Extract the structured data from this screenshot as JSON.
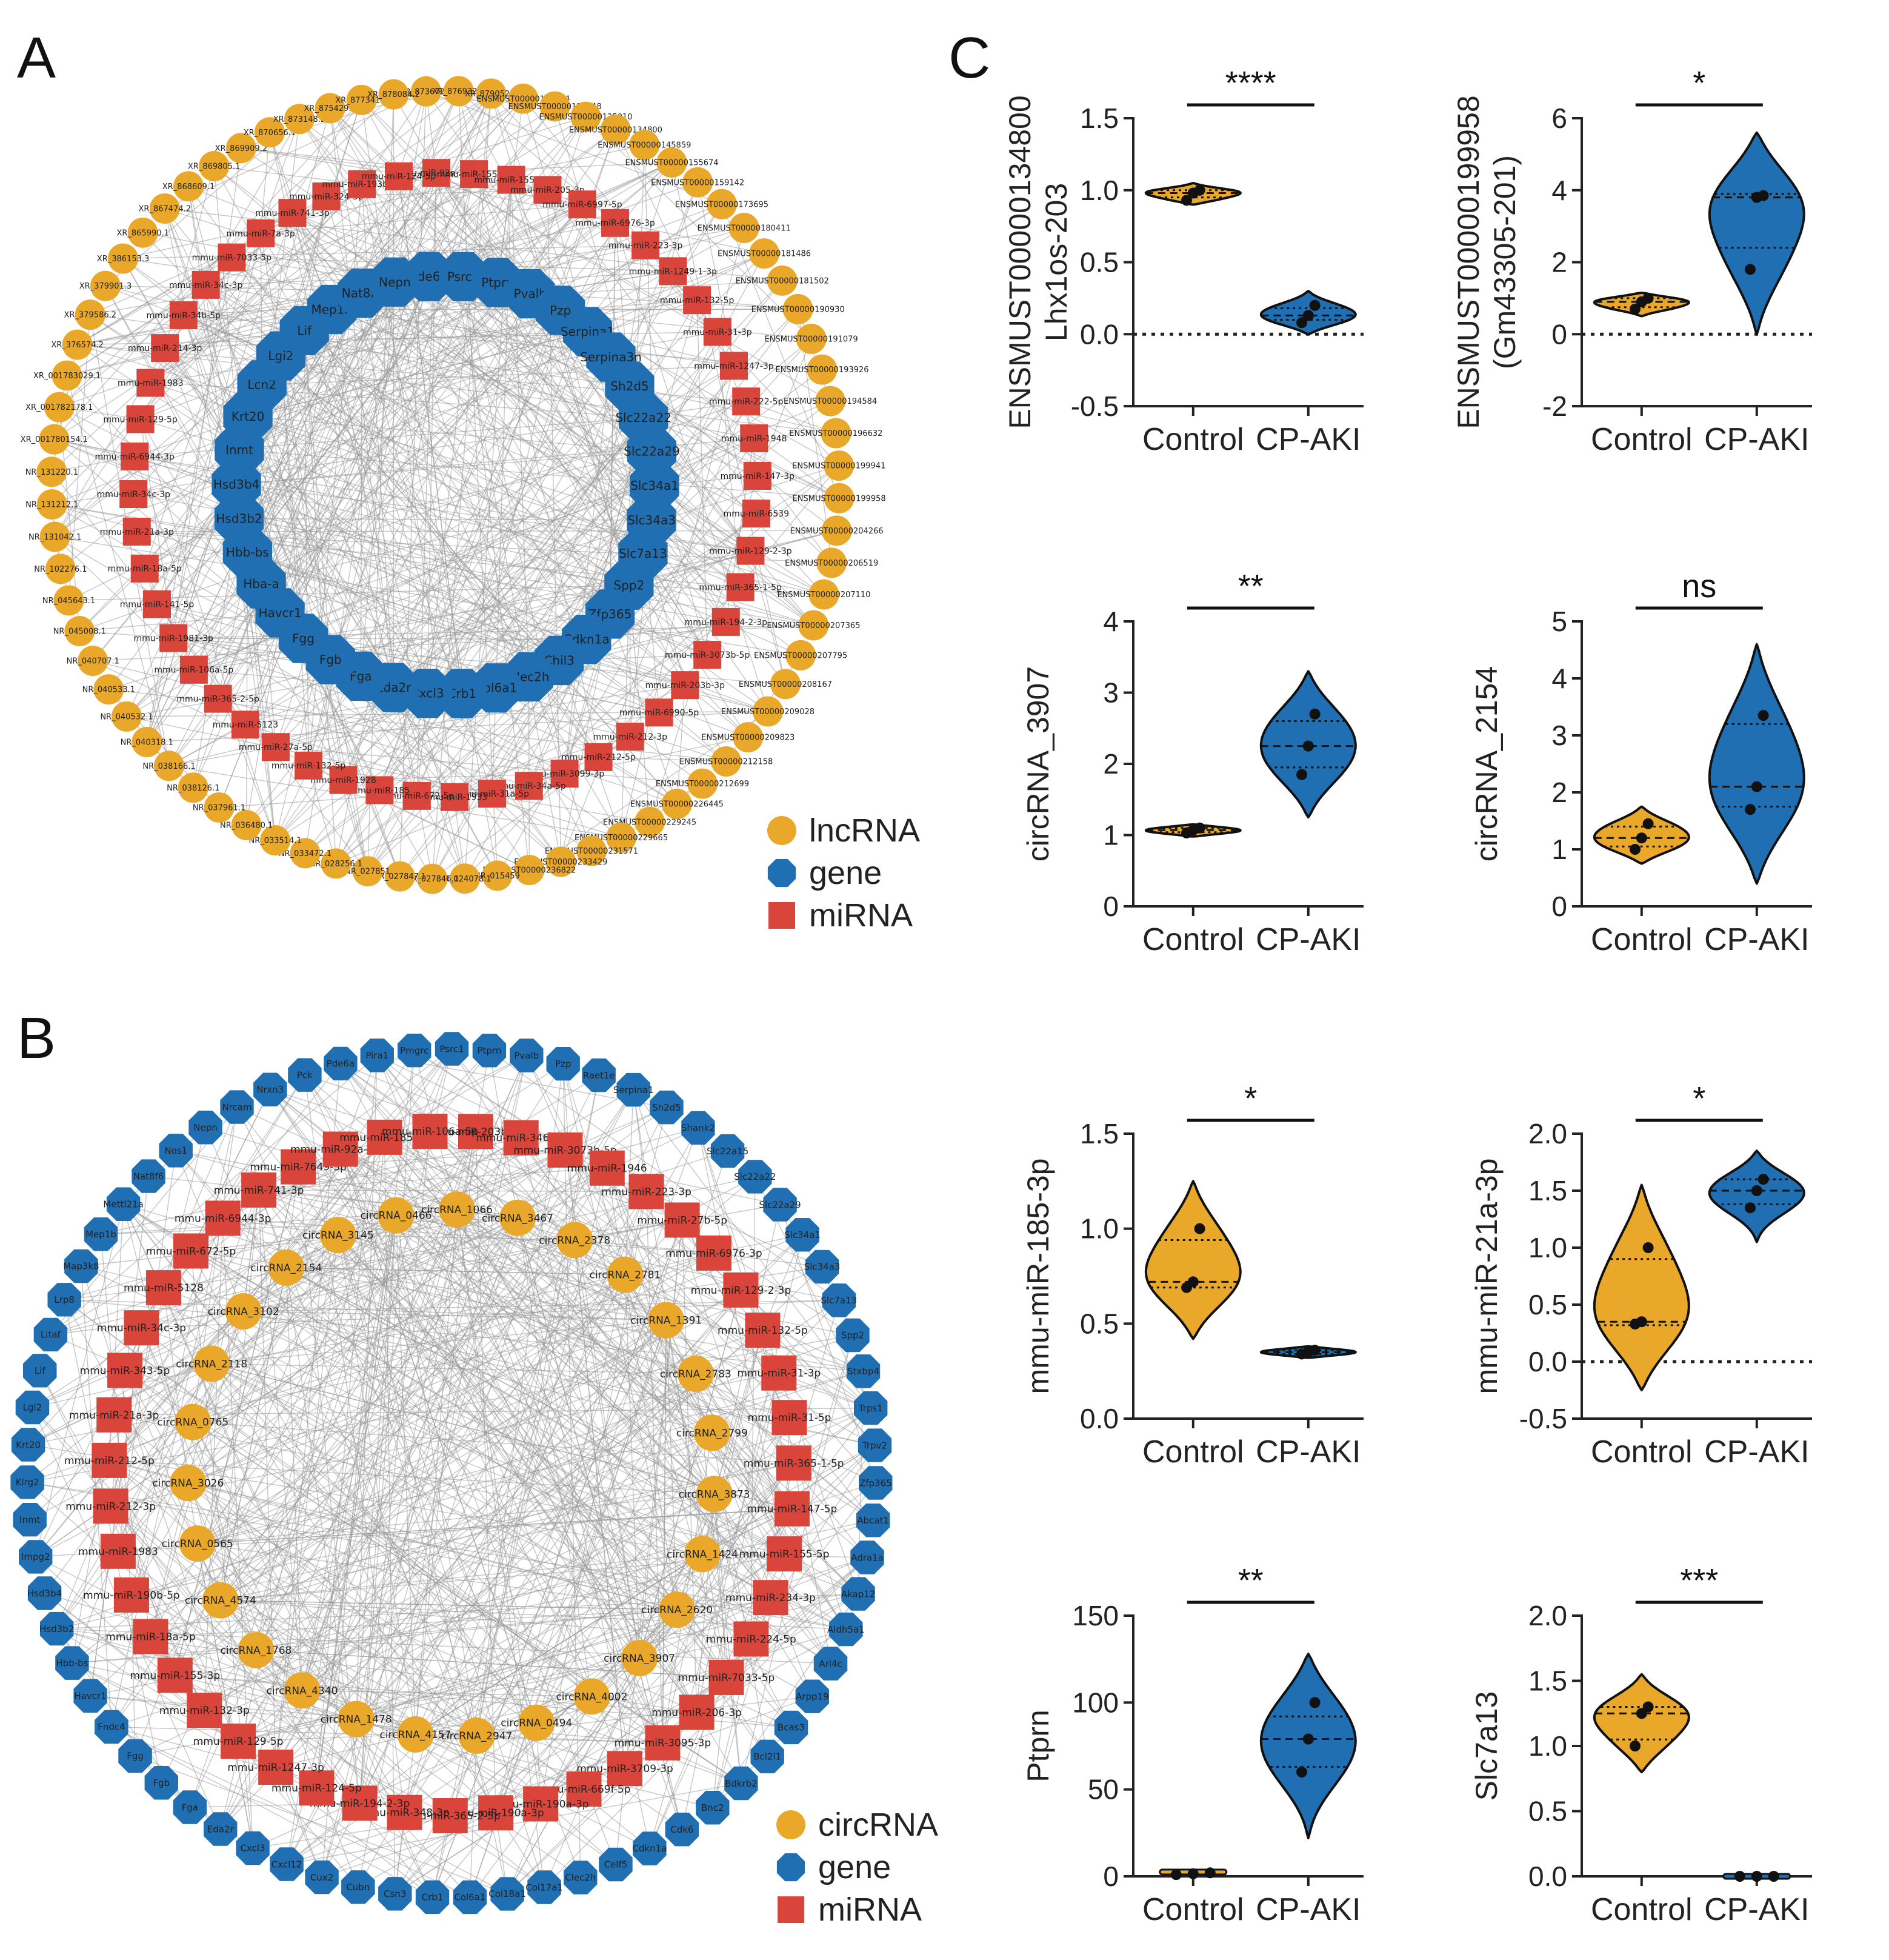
{
  "figure": {
    "panels": [
      {
        "letter": "A"
      },
      {
        "letter": "B"
      },
      {
        "letter": "C"
      }
    ]
  },
  "colors": {
    "orange": "#E9A829",
    "blue": "#1F6FB2",
    "red": "#D9453A",
    "edge": "#9a9a9a"
  },
  "networkA": {
    "legend": [
      {
        "label": "lncRNA",
        "shape": "circle",
        "color": "#E9A829"
      },
      {
        "label": "gene",
        "shape": "octagon",
        "color": "#1F6FB2"
      },
      {
        "label": "miRNA",
        "shape": "square",
        "color": "#D9453A"
      }
    ],
    "genes": [
      "Pde6a",
      "Psrc1",
      "Ptprn",
      "Pvalb",
      "Pzp",
      "Serpina1",
      "Serpina3n",
      "Sh2d5",
      "Slc22a22",
      "Slc22a29",
      "Slc34a1",
      "Slc34a3",
      "Slc7a13",
      "Spp2",
      "Zfp365",
      "Cdkn1a",
      "Chil3",
      "Clec2h",
      "Col6a1",
      "Crb1",
      "Cxcl3",
      "Eda2r",
      "Fga",
      "Fgb",
      "Fgg",
      "Havcr1",
      "Hba-a",
      "Hbb-bs",
      "Hsd3b2",
      "Hsd3b4",
      "Inmt",
      "Krt20",
      "Lcn2",
      "Lgi2",
      "Lif",
      "Mep1b",
      "Nat8f6",
      "Nepn"
    ],
    "mirnas": [
      "mmu-miR-92a-1-5p",
      "mmu-miR-155-5p",
      "mmu-miR-155-3p",
      "mmu-miR-205-3p",
      "mmu-miR-6997-5p",
      "mmu-miR-6976-3p",
      "mmu-miR-223-3p",
      "mmu-miR-1249-1-3p",
      "mmu-miR-132-5p",
      "mmu-miR-31-3p",
      "mmu-miR-1247-3p",
      "mmu-miR-222-5p",
      "mmu-miR-1948",
      "mmu-miR-147-3p",
      "mmu-miR-6539",
      "mmu-miR-129-2-3p",
      "mmu-miR-365-1-5p",
      "mmu-miR-194-2-3p",
      "mmu-miR-3073b-5p",
      "mmu-miR-203b-3p",
      "mmu-miR-6990-5p",
      "mmu-miR-212-3p",
      "mmu-miR-212-5p",
      "mmu-miR-3099-3p",
      "mmu-miR-34a-5p",
      "mmu-miR-31a-5p",
      "mmu-miR-1933",
      "mmu-miR-672-5p",
      "mmu-miR-185",
      "mmu-miR-1928",
      "mmu-miR-132-5p",
      "mmu-miR-27a-5p",
      "mmu-miR-5123",
      "mmu-miR-365-2-5p",
      "mmu-miR-106a-5p",
      "mmu-miR-1981-3p",
      "mmu-miR-141-5p",
      "mmu-miR-18a-5p",
      "mmu-miR-21a-3p",
      "mmu-miR-34c-3p",
      "mmu-miR-6944-3p",
      "mmu-miR-129-5p",
      "mmu-miR-1983",
      "mmu-miR-214-3p",
      "mmu-miR-34b-5p",
      "mmu-miR-34c-3p",
      "mmu-miR-7033-5p",
      "mmu-miR-7a-3p",
      "mmu-miR-741-3p",
      "mmu-miR-324-3p",
      "mmu-miR-193b-5p",
      "mmu-miR-124-5p"
    ],
    "lncrnas": [
      "XR_873672.1",
      "XR_876932.2",
      "XR_879052.1",
      "ENSMUST00000120364",
      "ENSMUST00000123048",
      "ENSMUST00000125010",
      "ENSMUST00000134800",
      "ENSMUST00000145859",
      "ENSMUST00000155674",
      "ENSMUST00000159142",
      "ENSMUST00000173695",
      "ENSMUST00000180411",
      "ENSMUST00000181486",
      "ENSMUST00000181502",
      "ENSMUST00000190930",
      "ENSMUST00000191079",
      "ENSMUST00000193926",
      "ENSMUST00000194584",
      "ENSMUST00000196632",
      "ENSMUST00000199941",
      "ENSMUST00000199958",
      "ENSMUST00000204266",
      "ENSMUST00000206519",
      "ENSMUST00000207110",
      "ENSMUST00000207365",
      "ENSMUST00000207795",
      "ENSMUST00000208167",
      "ENSMUST00000209028",
      "ENSMUST00000209823",
      "ENSMUST00000212158",
      "ENSMUST00000212699",
      "ENSMUST00000226445",
      "ENSMUST00000229245",
      "ENSMUST00000229665",
      "ENSMUST00000231571",
      "ENSMUST00000233429",
      "ENSMUST00000236822",
      "NR_015459",
      "NR_024078.1",
      "NR_027846.1",
      "NR_027847.1",
      "NR_027851",
      "NR_028256.1",
      "NR_033472.1",
      "NR_033514.1",
      "NR_036480.1",
      "NR_037961.1",
      "NR_038126.1",
      "NR_038166.1",
      "NR_040318.1",
      "NR_040532.1",
      "NR_040533.1",
      "NR_040707.1",
      "NR_045008.1",
      "NR_045643.1",
      "NR_102276.1",
      "NR_131042.1",
      "NR_131212.1",
      "NR_131220.1",
      "XR_001780154.1",
      "XR_001782178.1",
      "XR_001783029.1",
      "XR_376574.2",
      "XR_379586.2",
      "XR_379901.3",
      "XR_386153.3",
      "XR_865990.1",
      "XR_867474.2",
      "XR_868609.1",
      "XR_869805.1",
      "XR_869909.2",
      "XR_870656.1",
      "XR_873148.2",
      "XR_875429.2",
      "XR_877341.2",
      "XR_878084.2"
    ]
  },
  "networkB": {
    "legend": [
      {
        "label": "circRNA",
        "shape": "circle",
        "color": "#E9A829"
      },
      {
        "label": "gene",
        "shape": "octagon",
        "color": "#1F6FB2"
      },
      {
        "label": "miRNA",
        "shape": "square",
        "color": "#D9453A"
      }
    ],
    "genes": [
      "Psrc1",
      "Ptprn",
      "Pvalb",
      "Pzp",
      "Raet1e",
      "Serpina1",
      "Sh2d5",
      "Shank2",
      "Slc22a15",
      "Slc22a22",
      "Slc22a29",
      "Slc34a1",
      "Slc34a3",
      "Slc7a13",
      "Spp2",
      "Stxbp4",
      "Trps1",
      "Trpv2",
      "Zfp365",
      "Abcat1",
      "Adra1a",
      "Akap12",
      "Aldh5a1",
      "Arl4c",
      "Arpp19",
      "Bcas3",
      "Bcl2l1",
      "Bdkrb2",
      "Bnc2",
      "Cdk6",
      "Cdkn1a",
      "Celf5",
      "Clec2h",
      "Col17a1",
      "Col18a1",
      "Col6a1",
      "Crb1",
      "Csn3",
      "Cubn",
      "Cux2",
      "Cxcl12",
      "Cxcl3",
      "Eda2r",
      "Fga",
      "Fgb",
      "Fgg",
      "Fndc4",
      "Havcr1",
      "Hbb-bs",
      "Hsd3b2",
      "Hsd3b4",
      "Impg2",
      "Inmt",
      "Klrg2",
      "Krt20",
      "Lgi2",
      "Lif",
      "Litaf",
      "Lrp8",
      "Map3k8",
      "Mep1b",
      "Mettl21a",
      "Nat8f6",
      "Nos1",
      "Nepn",
      "Nrcam",
      "Nrxn3",
      "Pck",
      "Pde6a",
      "Pira1",
      "Pmgrc"
    ],
    "mirnas": [
      "mmu-miR-203b-3p",
      "mmu-miR-346-5p",
      "mmu-miR-3073b-5p",
      "mmu-miR-1946",
      "mmu-miR-223-3p",
      "mmu-miR-27b-5p",
      "mmu-miR-6976-3p",
      "mmu-miR-129-2-3p",
      "mmu-miR-132-5p",
      "mmu-miR-31-3p",
      "mmu-miR-31-5p",
      "mmu-miR-365-1-5p",
      "mmu-miR-147-5p",
      "mmu-miR-155-5p",
      "mmu-miR-234-3p",
      "mmu-miR-224-5p",
      "mmu-miR-7033-5p",
      "mmu-miR-206-3p",
      "mmu-miR-3095-3p",
      "mmu-miR-3709-3p",
      "mmu-miR-669f-5p",
      "mmu-miR-190a-3p",
      "mmu-miR-190a-3p",
      "mmu-miR-365-2-5p",
      "mmu-miR-348-3p",
      "mmu-miR-194-2-3p",
      "mmu-miR-124-5p",
      "mmu-miR-1247-3p",
      "mmu-miR-129-5p",
      "mmu-miR-132-3p",
      "mmu-miR-155-3p",
      "mmu-miR-18a-5p",
      "mmu-miR-190b-5p",
      "mmu-miR-1983",
      "mmu-miR-212-3p",
      "mmu-miR-212-5p",
      "mmu-miR-21a-3p",
      "mmu-miR-343-5p",
      "mmu-miR-34c-3p",
      "mmu-miR-5128",
      "mmu-miR-672-5p",
      "mmu-miR-6944-3p",
      "mmu-miR-741-3p",
      "mmu-miR-7649-3p",
      "mmu-miR-92a-1-5p",
      "mmu-miR-185-3p",
      "mmu-miR-106a-5p"
    ],
    "circrnas": [
      "circRNA_1066",
      "circRNA_3467",
      "circRNA_2378",
      "circRNA_2781",
      "circRNA_1391",
      "circRNA_2783",
      "circRNA_2799",
      "circRNA_3873",
      "circRNA_1424",
      "circRNA_2620",
      "circRNA_3907",
      "circRNA_4002",
      "circRNA_0494",
      "circRNA_2947",
      "circRNA_4157",
      "circRNA_1478",
      "circRNA_4340",
      "circRNA_1768",
      "circRNA_4574",
      "circRNA_0565",
      "circRNA_3026",
      "circRNA_0765",
      "circRNA_2118",
      "circRNA_3102",
      "circRNA_2154",
      "circRNA_3145",
      "circRNA_0466"
    ]
  },
  "chart_data": [
    {
      "type": "violin",
      "ylabel": [
        "ENSMUST00000134800",
        "Lhx1os-203"
      ],
      "categories": [
        "Control",
        "CP-AKI"
      ],
      "ylim": [
        -0.5,
        1.5
      ],
      "ticks": [
        -0.5,
        0.0,
        0.5,
        1.0,
        1.5
      ],
      "tick_labels": [
        "-0.5",
        "0.0",
        "0.5",
        "1.0",
        "1.5"
      ],
      "zero_line": true,
      "significance": "****",
      "groups": [
        {
          "name": "Control",
          "points": [
            0.93,
            0.98,
            1.0
          ],
          "median": 0.98,
          "q1": 0.95,
          "q3": 1.0,
          "range": [
            0.9,
            1.05
          ],
          "color": "#E9A829"
        },
        {
          "name": "CP-AKI",
          "points": [
            0.08,
            0.13,
            0.2
          ],
          "median": 0.13,
          "q1": 0.1,
          "q3": 0.18,
          "range": [
            0.0,
            0.3
          ],
          "color": "#1F6FB2"
        }
      ]
    },
    {
      "type": "violin",
      "ylabel": [
        "ENSMUST00000199958",
        "(Gm43305-201)"
      ],
      "categories": [
        "Control",
        "CP-AKI"
      ],
      "ylim": [
        -2,
        6
      ],
      "ticks": [
        -2,
        0,
        2,
        4,
        6
      ],
      "tick_labels": [
        "-2",
        "0",
        "2",
        "4",
        "6"
      ],
      "zero_line": true,
      "significance": "*",
      "groups": [
        {
          "name": "Control",
          "points": [
            0.7,
            0.9,
            1.0
          ],
          "median": 0.9,
          "q1": 0.75,
          "q3": 1.0,
          "range": [
            0.5,
            1.15
          ],
          "color": "#E9A829"
        },
        {
          "name": "CP-AKI",
          "points": [
            1.8,
            3.8,
            3.85
          ],
          "median": 3.8,
          "q1": 2.4,
          "q3": 3.9,
          "range": [
            0.0,
            5.6
          ],
          "color": "#1F6FB2"
        }
      ]
    },
    {
      "type": "violin",
      "ylabel": [
        "circRNA_3907"
      ],
      "categories": [
        "Control",
        "CP-AKI"
      ],
      "ylim": [
        0,
        4
      ],
      "ticks": [
        0,
        1,
        2,
        3,
        4
      ],
      "tick_labels": [
        "0",
        "1",
        "2",
        "3",
        "4"
      ],
      "zero_line": false,
      "significance": "**",
      "groups": [
        {
          "name": "Control",
          "points": [
            1.03,
            1.07,
            1.1
          ],
          "median": 1.07,
          "q1": 1.04,
          "q3": 1.1,
          "range": [
            0.98,
            1.15
          ],
          "color": "#E9A829"
        },
        {
          "name": "CP-AKI",
          "points": [
            1.85,
            2.25,
            2.7
          ],
          "median": 2.25,
          "q1": 1.95,
          "q3": 2.6,
          "range": [
            1.25,
            3.3
          ],
          "color": "#1F6FB2"
        }
      ]
    },
    {
      "type": "violin",
      "ylabel": [
        "circRNA_2154"
      ],
      "categories": [
        "Control",
        "CP-AKI"
      ],
      "ylim": [
        0,
        5
      ],
      "ticks": [
        0,
        1,
        2,
        3,
        4,
        5
      ],
      "tick_labels": [
        "0",
        "1",
        "2",
        "3",
        "4",
        "5"
      ],
      "zero_line": false,
      "significance": "ns",
      "groups": [
        {
          "name": "Control",
          "points": [
            1.0,
            1.2,
            1.45
          ],
          "median": 1.2,
          "q1": 1.05,
          "q3": 1.4,
          "range": [
            0.75,
            1.75
          ],
          "color": "#E9A829"
        },
        {
          "name": "CP-AKI",
          "points": [
            1.7,
            2.1,
            3.35
          ],
          "median": 2.1,
          "q1": 1.75,
          "q3": 3.2,
          "range": [
            0.4,
            4.6
          ],
          "color": "#1F6FB2"
        }
      ]
    },
    {
      "type": "violin",
      "ylabel": [
        "mmu-miR-185-3p"
      ],
      "categories": [
        "Control",
        "CP-AKI"
      ],
      "ylim": [
        0,
        1.5
      ],
      "ticks": [
        0.0,
        0.5,
        1.0,
        1.5
      ],
      "tick_labels": [
        "0.0",
        "0.5",
        "1.0",
        "1.5"
      ],
      "zero_line": false,
      "significance": "*",
      "groups": [
        {
          "name": "Control",
          "points": [
            0.69,
            0.72,
            1.0
          ],
          "median": 0.72,
          "q1": 0.69,
          "q3": 0.94,
          "range": [
            0.42,
            1.25
          ],
          "color": "#E9A829"
        },
        {
          "name": "CP-AKI",
          "points": [
            0.34,
            0.35,
            0.36
          ],
          "median": 0.35,
          "q1": 0.34,
          "q3": 0.36,
          "range": [
            0.32,
            0.38
          ],
          "color": "#1F6FB2"
        }
      ]
    },
    {
      "type": "violin",
      "ylabel": [
        "mmu-miR-21a-3p"
      ],
      "categories": [
        "Control",
        "CP-AKI"
      ],
      "ylim": [
        -0.5,
        2.0
      ],
      "ticks": [
        -0.5,
        0.0,
        0.5,
        1.0,
        1.5,
        2.0
      ],
      "tick_labels": [
        "-0.5",
        "0.0",
        "0.5",
        "1.0",
        "1.5",
        "2.0"
      ],
      "zero_line": true,
      "significance": "*",
      "groups": [
        {
          "name": "Control",
          "points": [
            0.33,
            0.35,
            1.0
          ],
          "median": 0.35,
          "q1": 0.32,
          "q3": 0.9,
          "range": [
            -0.25,
            1.55
          ],
          "color": "#E9A829"
        },
        {
          "name": "CP-AKI",
          "points": [
            1.35,
            1.5,
            1.6
          ],
          "median": 1.5,
          "q1": 1.38,
          "q3": 1.6,
          "range": [
            1.05,
            1.85
          ],
          "color": "#1F6FB2"
        }
      ]
    },
    {
      "type": "violin",
      "ylabel": [
        "Ptprn"
      ],
      "categories": [
        "Control",
        "CP-AKI"
      ],
      "ylim": [
        0,
        150
      ],
      "ticks": [
        0,
        50,
        100,
        150
      ],
      "tick_labels": [
        "0",
        "50",
        "100",
        "150"
      ],
      "zero_line": false,
      "significance": "**",
      "groups": [
        {
          "name": "Control",
          "points": [
            1,
            1.5,
            2
          ],
          "median": 1.5,
          "q1": 1,
          "q3": 2,
          "range": [
            0.5,
            2.5
          ],
          "color": "#E9A829"
        },
        {
          "name": "CP-AKI",
          "points": [
            60,
            79,
            100
          ],
          "median": 79,
          "q1": 63,
          "q3": 92,
          "range": [
            22,
            128
          ],
          "color": "#1F6FB2"
        }
      ]
    },
    {
      "type": "violin",
      "ylabel": [
        "Slc7a13"
      ],
      "categories": [
        "Control",
        "CP-AKI"
      ],
      "ylim": [
        0,
        2.0
      ],
      "ticks": [
        0.0,
        0.5,
        1.0,
        1.5,
        2.0
      ],
      "tick_labels": [
        "0.0",
        "0.5",
        "1.0",
        "1.5",
        "2.0"
      ],
      "zero_line": false,
      "significance": "***",
      "groups": [
        {
          "name": "Control",
          "points": [
            1.0,
            1.25,
            1.3
          ],
          "median": 1.25,
          "q1": 1.05,
          "q3": 1.3,
          "range": [
            0.8,
            1.55
          ],
          "color": "#E9A829"
        },
        {
          "name": "CP-AKI",
          "points": [
            0.0,
            0.0,
            0.0
          ],
          "median": 0.0,
          "q1": 0.0,
          "q3": 0.0,
          "range": [
            0.0,
            0.0
          ],
          "color": "#1F6FB2"
        }
      ]
    }
  ]
}
